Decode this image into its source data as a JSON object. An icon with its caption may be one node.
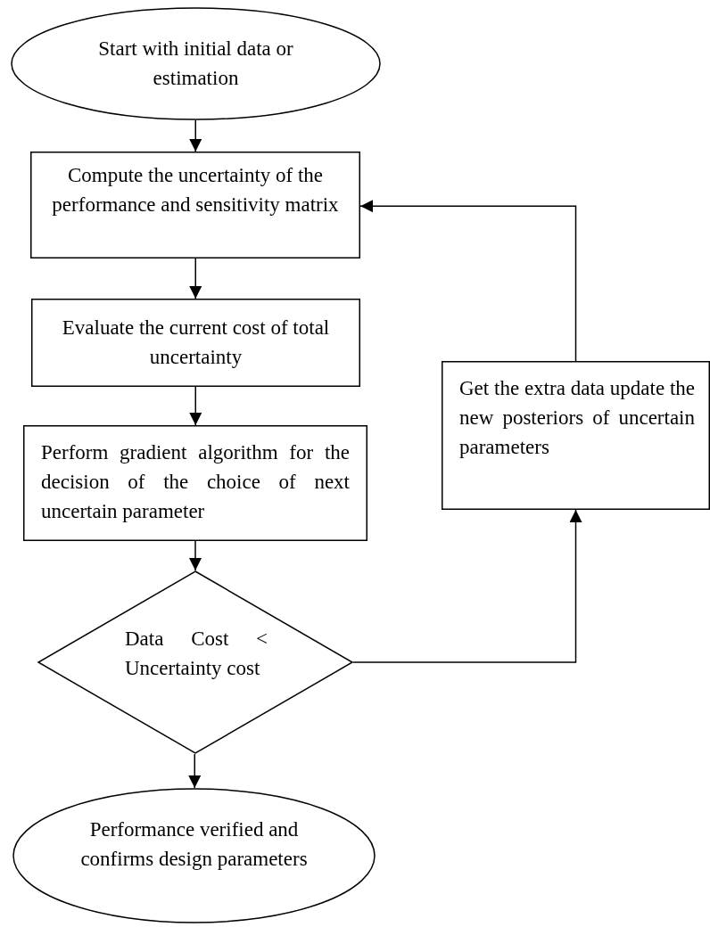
{
  "diagram": {
    "nodes": [
      {
        "text": [
          "Start with initial data or estimation"
        ]
      },
      {
        "text": [
          "Compute the uncertainty of the performance and sensitivity matrix"
        ]
      },
      {
        "text": [
          "Evaluate the current cost of total uncertainty"
        ]
      },
      {
        "text": [
          "Perform gradient algorithm for the decision of the choice of next uncertain parameter"
        ]
      },
      {
        "text": [
          "Data Cost < Uncertainty cost"
        ]
      },
      {
        "text": [
          "Get the extra data update the new posteriors of uncertain parameters"
        ]
      },
      {
        "text": [
          "Performance verified and confirms design parameters"
        ]
      }
    ],
    "edges": [
      {
        "from": 0,
        "to": 1,
        "arrow": "to"
      },
      {
        "from": 1,
        "to": 2,
        "arrow": "to"
      },
      {
        "from": 2,
        "to": 3,
        "arrow": "to"
      },
      {
        "from": 3,
        "to": 4,
        "arrow": "to"
      },
      {
        "from": 4,
        "to": 6,
        "arrow": "to"
      },
      {
        "from": 4,
        "to": 5,
        "arrow": "to"
      },
      {
        "from": 5,
        "to": 1,
        "arrow": "to"
      }
    ]
  }
}
